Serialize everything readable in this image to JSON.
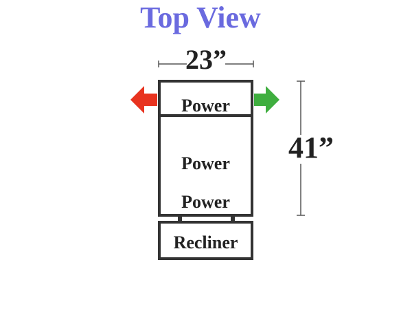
{
  "title": "Top View",
  "dimensions": {
    "width": "23”",
    "depth": "41”"
  },
  "sections": {
    "top": "Power",
    "middle_upper": "Power",
    "middle_lower": "Power",
    "bottom": "Recliner"
  },
  "colors": {
    "title": "#6a6adf",
    "outline": "#333333",
    "left_arrow": "#e8331f",
    "right_arrow": "#3fae3f"
  },
  "icons": {
    "left_arrow": "arrow-left-icon",
    "right_arrow": "arrow-right-icon"
  }
}
